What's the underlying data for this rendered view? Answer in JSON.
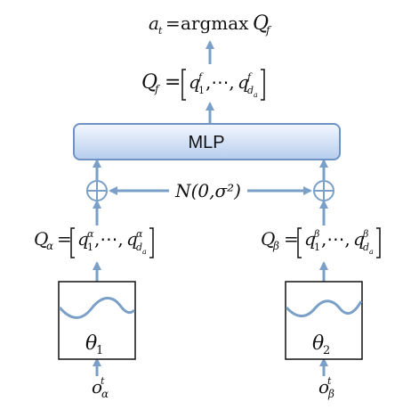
{
  "diagram": {
    "output_equation": {
      "lhs": "a",
      "lhs_sub": "t",
      "equals": "=",
      "op": "argmax",
      "rhs": "Q",
      "rhs_sub": "f"
    },
    "qf_vector": {
      "name": "Q",
      "name_sub": "f",
      "equals": "=",
      "first": "q",
      "first_sub": "1",
      "first_sup": "f",
      "ellipsis": ",⋯,",
      "last": "q",
      "last_sub": "d",
      "last_subsub": "a",
      "last_sup": "f"
    },
    "mlp_label": "MLP",
    "noise_label": "N(0,σ²)",
    "qalpha_vector": {
      "name": "Q",
      "name_sub": "α",
      "equals": "=",
      "first": "q",
      "first_sub": "1",
      "first_sup": "α",
      "ellipsis": ",⋯,",
      "last": "q",
      "last_sub": "d",
      "last_subsub": "a",
      "last_sup": "α"
    },
    "qbeta_vector": {
      "name": "Q",
      "name_sub": "β",
      "equals": "=",
      "first": "q",
      "first_sub": "1",
      "first_sup": "β",
      "ellipsis": ",⋯,",
      "last": "q",
      "last_sub": "d",
      "last_subsub": "a",
      "last_sup": "β"
    },
    "left_network": {
      "symbol": "θ",
      "sub": "1"
    },
    "right_network": {
      "symbol": "θ",
      "sub": "2"
    },
    "left_input": {
      "symbol": "o",
      "sub": "α",
      "sup": "t"
    },
    "right_input": {
      "symbol": "o",
      "sub": "β",
      "sup": "t"
    },
    "colors": {
      "arrow": "#7aa0c8",
      "box_fill_top": "#eef4fc",
      "box_fill_bottom": "#b9cfec",
      "box_stroke": "#6e93c4",
      "wave": "#7aa0c8"
    }
  }
}
